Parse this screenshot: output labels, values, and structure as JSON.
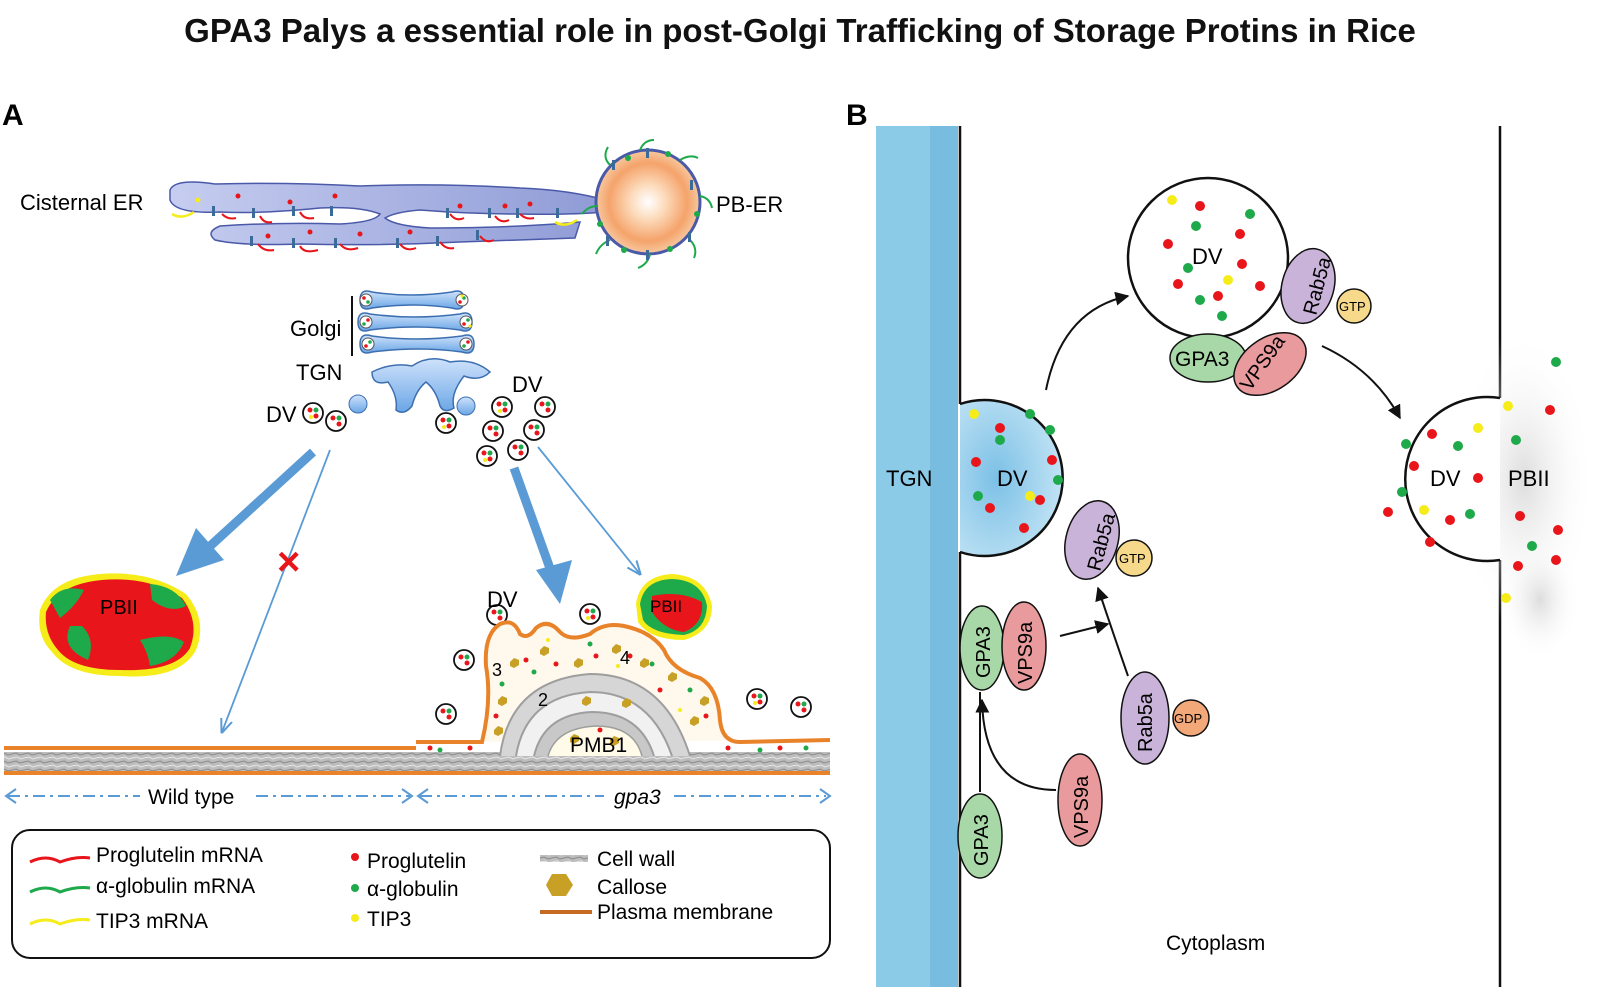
{
  "title": "GPA3 Palys a essential role in post-Golgi Trafficking of Storage Protins in Rice",
  "colors": {
    "proglutelin": "#e8151b",
    "globulin": "#1ea94b",
    "tip3": "#f5ec1a",
    "membrane_orange": "#e8832a",
    "arrow_blue": "#5a9bd5",
    "tgn_blue": "#8ccbe8",
    "er_blue": "#9aa6dc",
    "gpa3_green": "#a8d8a8",
    "vps9a_pink": "#e89a9c",
    "rab5a_purple": "#c9b3d8",
    "gtp_yellow": "#f6d98a",
    "gdp_orange": "#f3a87a"
  },
  "panel_a": {
    "label": "A",
    "cisternal_er": "Cisternal ER",
    "pb_er": "PB-ER",
    "golgi": "Golgi",
    "tgn": "TGN",
    "dv_left": "DV",
    "dv_right": "DV",
    "dv_bottom": "DV",
    "pbii_left": "PBII",
    "pbii_right": "PBII",
    "pmb1": "PMB1",
    "num_2": "2",
    "num_3": "3",
    "num_4": "4",
    "wild_type": "Wild type",
    "gpa3": "gpa3",
    "blocked_mark": "×"
  },
  "legend": {
    "proglutelin_mrna": "Proglutelin mRNA",
    "globulin_mrna": "α-globulin mRNA",
    "tip3_mrna": "TIP3 mRNA",
    "proglutelin": "Proglutelin",
    "globulin": "α-globulin",
    "tip3": "TIP3",
    "cell_wall": "Cell wall",
    "callose": "Callose",
    "plasma_membrane": "Plasma membrane"
  },
  "panel_b": {
    "label": "B",
    "tgn": "TGN",
    "dv_tgn": "DV",
    "dv_top": "DV",
    "dv_right": "DV",
    "pbii": "PBII",
    "rab5a_a": "Rab5a",
    "rab5a_b": "Rab5a",
    "rab5a_c": "Rab5a",
    "gtp_a": "GTP",
    "gtp_b": "GTP",
    "gdp": "GDP",
    "gpa3_a": "GPA3",
    "gpa3_b": "GPA3",
    "gpa3_c": "GPA3",
    "vps9a_a": "VPS9a",
    "vps9a_b": "VPS9a",
    "vps9a_c": "VPS9a",
    "cytoplasm": "Cytoplasm"
  }
}
